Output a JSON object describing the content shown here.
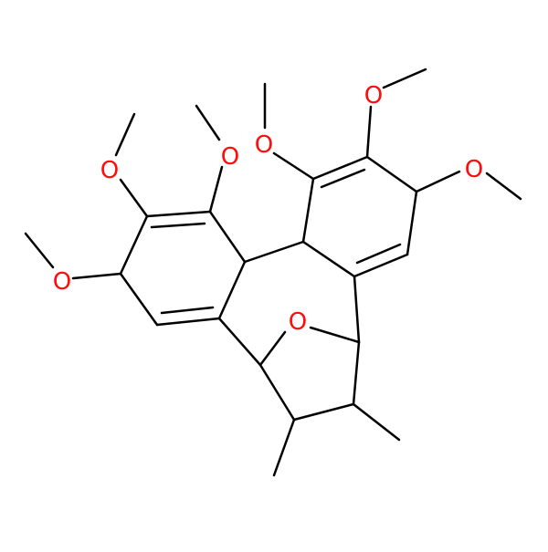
{
  "colors": {
    "bond": "#000000",
    "oxygen": "#ff0d0d",
    "background": "#ffffff"
  },
  "atoms": {
    "oxygen_label": "O"
  },
  "labels": {
    "o_top_left": "O",
    "o_top_mid": "O",
    "o_top_right": "O",
    "o_right": "O",
    "o_left_upper": "O",
    "o_left_lower": "O",
    "o_bridge": "O"
  }
}
